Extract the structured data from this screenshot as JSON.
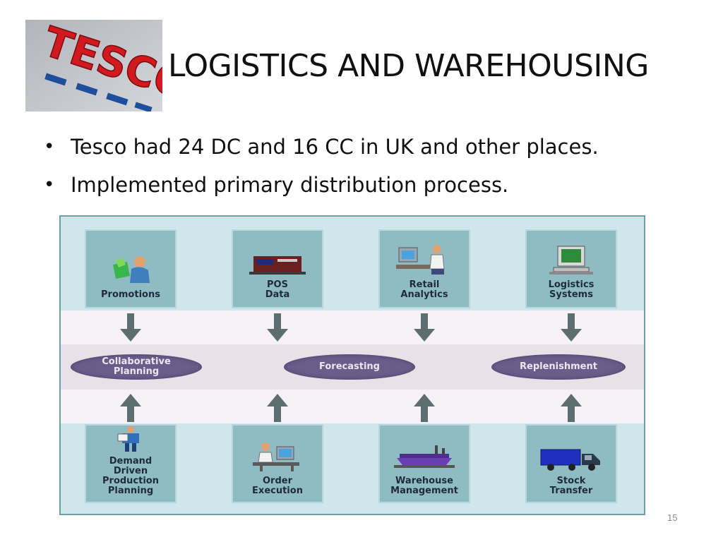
{
  "logo": {
    "text": "TESCO"
  },
  "title": "LOGISTICS AND WAREHOUSING",
  "bullets": [
    "Tesco had 24 DC and 16 CC in UK and other places.",
    "Implemented primary distribution process."
  ],
  "diagram": {
    "top_boxes": [
      {
        "label": "Promotions",
        "icon": "promotions-icon"
      },
      {
        "label": "POS\nData",
        "icon": "pos-terminal-icon"
      },
      {
        "label": "Retail\nAnalytics",
        "icon": "analyst-computer-icon"
      },
      {
        "label": "Logistics\nSystems",
        "icon": "computer-icon"
      }
    ],
    "center": [
      {
        "label": "Collaborative\nPlanning"
      },
      {
        "label": "Forecasting"
      },
      {
        "label": "Replenishment"
      }
    ],
    "bottom_boxes": [
      {
        "label": "Demand\nDriven\nProduction\nPlanning",
        "icon": "planner-icon"
      },
      {
        "label": "Order\nExecution",
        "icon": "desk-worker-icon"
      },
      {
        "label": "Warehouse\nManagement",
        "icon": "warehouse-icon"
      },
      {
        "label": "Stock\nTransfer",
        "icon": "truck-icon"
      }
    ],
    "colors": {
      "box": "#8fbcc3",
      "ellipse": "#6b5c8a",
      "arrow": "#5d6e70"
    }
  },
  "page_number": "15"
}
